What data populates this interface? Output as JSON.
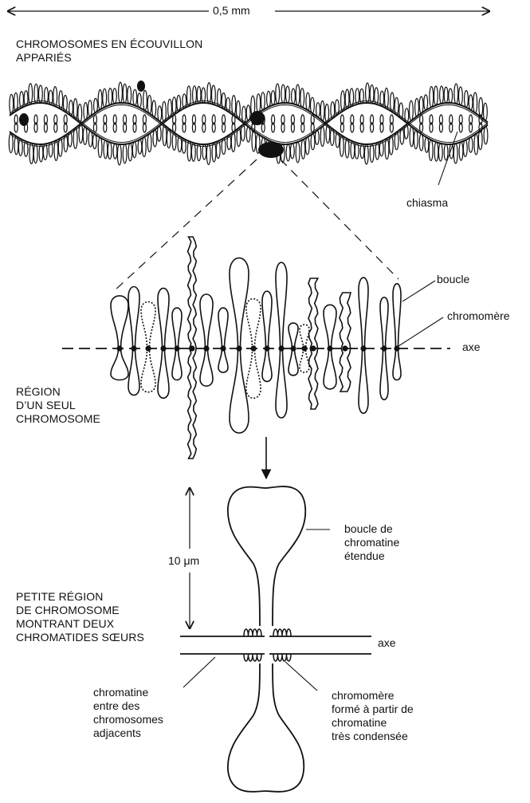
{
  "scale_bar_top": "0,5 mm",
  "titles": {
    "paired": "CHROMOSOMES EN ÉCOUVILLON\nAPPARIÉS",
    "single": "RÉGION\nD’UN SEUL\nCHROMOSOME",
    "small": "PETITE RÉGION\nDE CHROMOSOME\nMONTRANT DEUX\nCHROMATIDES SŒURS"
  },
  "labels": {
    "chiasma": "chiasma",
    "boucle": "boucle",
    "chromomere": "chromomère",
    "axe_middle": "axe",
    "scale_10um": "10 μm",
    "boucle_chromatine": "boucle de\nchromatine\nétendue",
    "axe_bottom": "axe",
    "chromatine_entre": "chromatine\nentre des\nchromosomes\nadjacents",
    "chromomere_forme": "chromomère\nformé à partir de\nchromatine\ntrès condensée"
  },
  "colors": {
    "ink": "#111111",
    "background": "#ffffff"
  }
}
